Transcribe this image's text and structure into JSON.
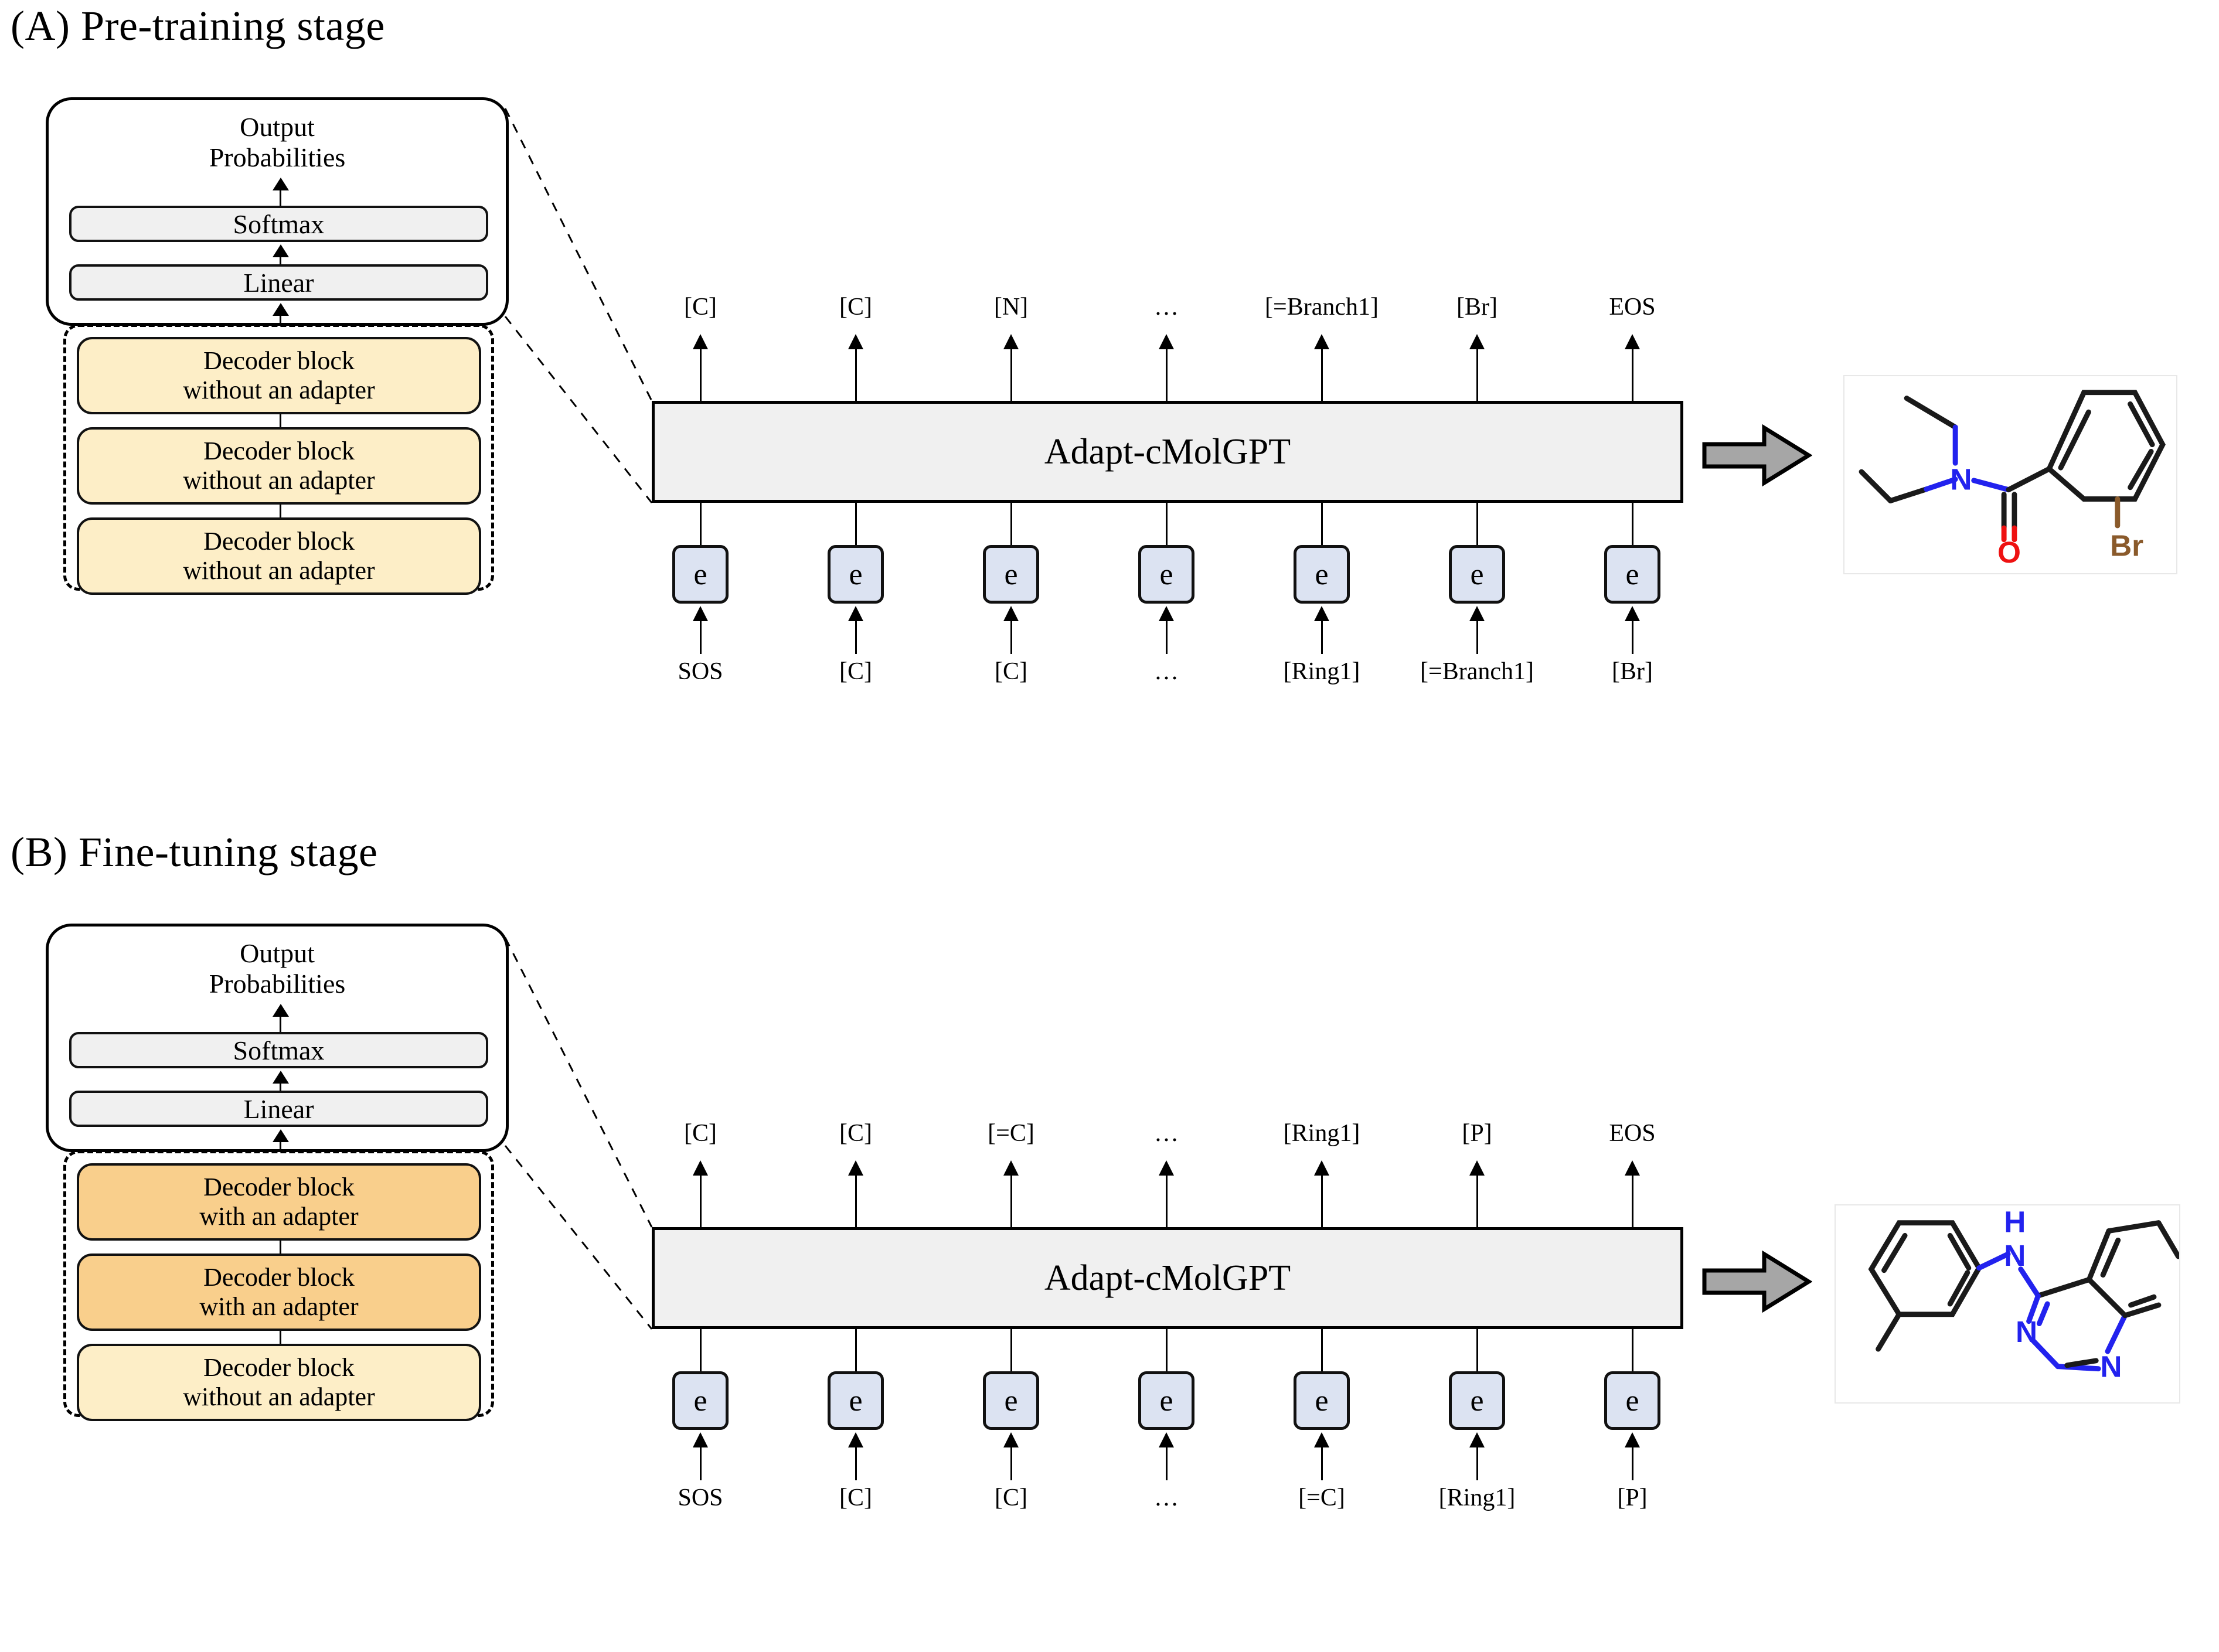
{
  "figure": {
    "panels": [
      {
        "id": "A",
        "title": "(A) Pre-training stage",
        "detail_card": {
          "output_label": "Output\nProbabilities",
          "output_label_line1": "Output",
          "output_label_line2": "Probabilities",
          "softmax_label": "Softmax",
          "linear_label": "Linear",
          "decoder_blocks": [
            {
              "line1": "Decoder block",
              "line2": "without an adapter",
              "has_adapter": false,
              "fill": "#fdeec7"
            },
            {
              "line1": "Decoder block",
              "line2": "without an adapter",
              "has_adapter": false,
              "fill": "#fdeec7"
            },
            {
              "line1": "Decoder block",
              "line2": "without an adapter",
              "has_adapter": false,
              "fill": "#fdeec7"
            }
          ]
        },
        "model_label": "Adapt-cMolGPT",
        "embedding_label": "e",
        "output_tokens": [
          "[C]",
          "[C]",
          "[N]",
          "…",
          "[=Branch1]",
          "[Br]",
          "EOS"
        ],
        "input_tokens": [
          "SOS",
          "[C]",
          "[C]",
          "…",
          "[Ring1]",
          "[=Branch1]",
          "[Br]"
        ],
        "molecule": {
          "name": "2-bromo-N,N-diethylbenzamide",
          "atom_labels": [
            "N",
            "O",
            "Br"
          ],
          "atom_colors": {
            "N": "#2222ee",
            "O": "#ee1111",
            "Br": "#8a5a2b",
            "C": "#1a1a1a"
          }
        }
      },
      {
        "id": "B",
        "title": "(B) Fine-tuning stage",
        "detail_card": {
          "output_label_line1": "Output",
          "output_label_line2": "Probabilities",
          "softmax_label": "Softmax",
          "linear_label": "Linear",
          "decoder_blocks": [
            {
              "line1": "Decoder block",
              "line2": "with an adapter",
              "has_adapter": true,
              "fill": "#f9cf8c"
            },
            {
              "line1": "Decoder block",
              "line2": "with an adapter",
              "has_adapter": true,
              "fill": "#f9cf8c"
            },
            {
              "line1": "Decoder block",
              "line2": "without an adapter",
              "has_adapter": false,
              "fill": "#fdeec7"
            }
          ]
        },
        "model_label": "Adapt-cMolGPT",
        "embedding_label": "e",
        "output_tokens": [
          "[C]",
          "[C]",
          "[=C]",
          "…",
          "[Ring1]",
          "[P]",
          "EOS"
        ],
        "input_tokens": [
          "SOS",
          "[C]",
          "[C]",
          "…",
          "[=C]",
          "[Ring1]",
          "[P]"
        ],
        "molecule": {
          "name": "N-(3-methylphenyl)quinazolin-4-amine",
          "atom_labels": [
            "H",
            "N",
            "N"
          ],
          "atom_colors": {
            "N": "#2222ee",
            "H": "#2222ee",
            "C": "#1a1a1a"
          }
        }
      }
    ],
    "colors": {
      "decoder_no_adapter": "#fdeec7",
      "decoder_with_adapter": "#f9cf8c",
      "embedding_box": "#dce3f2",
      "model_box": "#f0f0f0",
      "gray_arrow": "#a6a6a6",
      "stroke": "#000000"
    },
    "arrow_icon": "right-block-arrow"
  }
}
